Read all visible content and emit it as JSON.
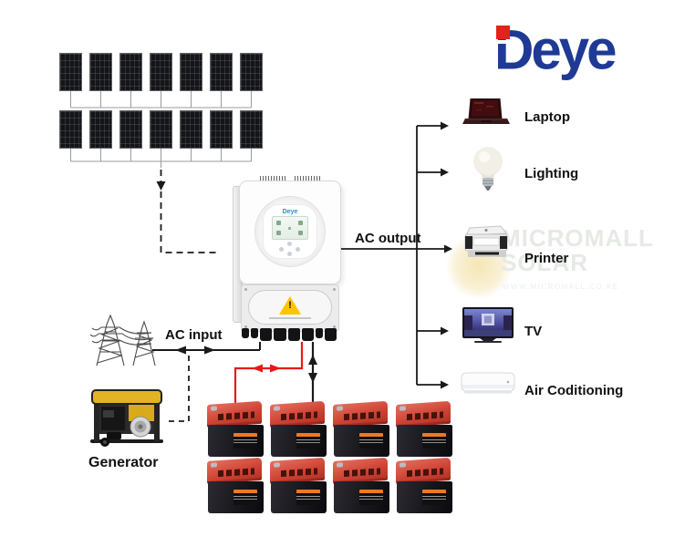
{
  "brand": {
    "logo_text": "Deye",
    "logo_color": "#1e3a94",
    "logo_accent_color": "#e2231a"
  },
  "solar_array": {
    "rows": 2,
    "panels_per_row": 7,
    "total_panels": 14
  },
  "inverter": {
    "display_brand": "Deye",
    "warning_icon": "warning-triangle"
  },
  "connections": {
    "ac_input_label": "AC input",
    "ac_output_label": "AC output",
    "pv_line_style": "dashed",
    "wire_red": "#e8191c",
    "wire_black": "#1a1a1a"
  },
  "sources": {
    "generator_label": "Generator"
  },
  "appliances": [
    {
      "name": "laptop",
      "label": "Laptop"
    },
    {
      "name": "lighting",
      "label": "Lighting"
    },
    {
      "name": "printer",
      "label": "Printer"
    },
    {
      "name": "tv",
      "label": "TV"
    },
    {
      "name": "air-conditioning",
      "label": "Air Coditioning"
    }
  ],
  "battery_bank": {
    "rows": 2,
    "per_row": 4,
    "total": 8
  },
  "watermark": {
    "line1": "MICROMALL",
    "line2": "SOLAR",
    "line3": "WWW.MICROMALL.CO.KE"
  }
}
